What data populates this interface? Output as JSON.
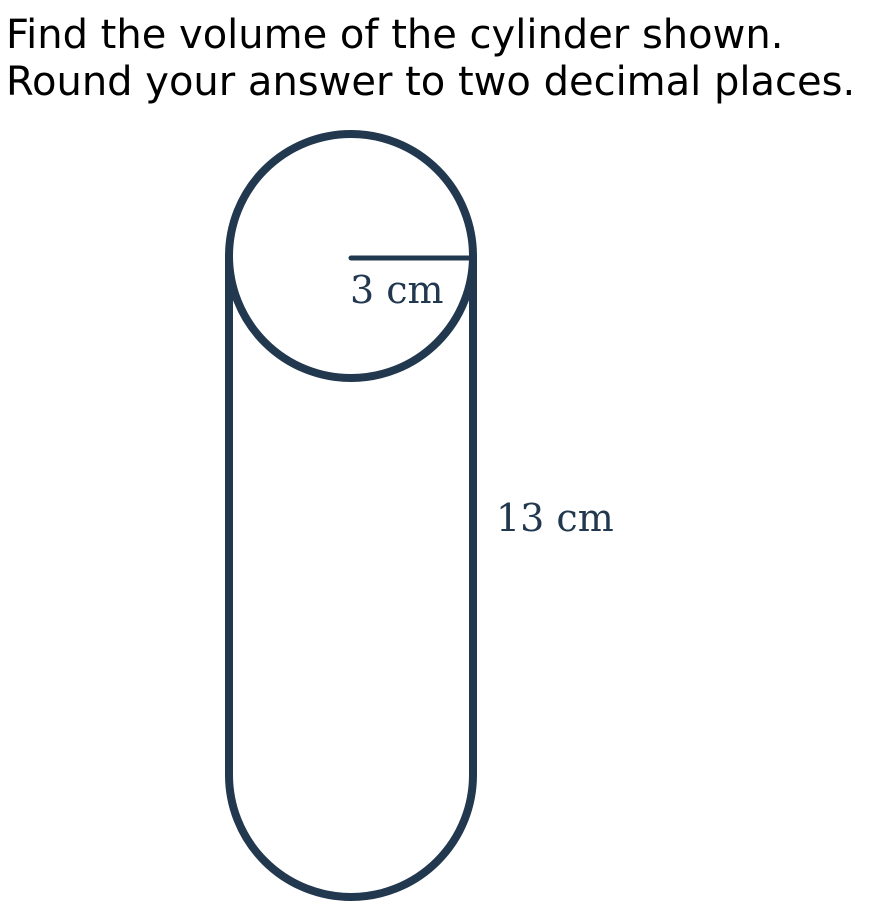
{
  "question": {
    "line1": "Find the volume of the cylinder shown.",
    "line2": "Round your answer to two decimal places."
  },
  "figure": {
    "radius_label": "3 cm",
    "height_label": "13 cm",
    "stroke_color": "#22384f"
  }
}
